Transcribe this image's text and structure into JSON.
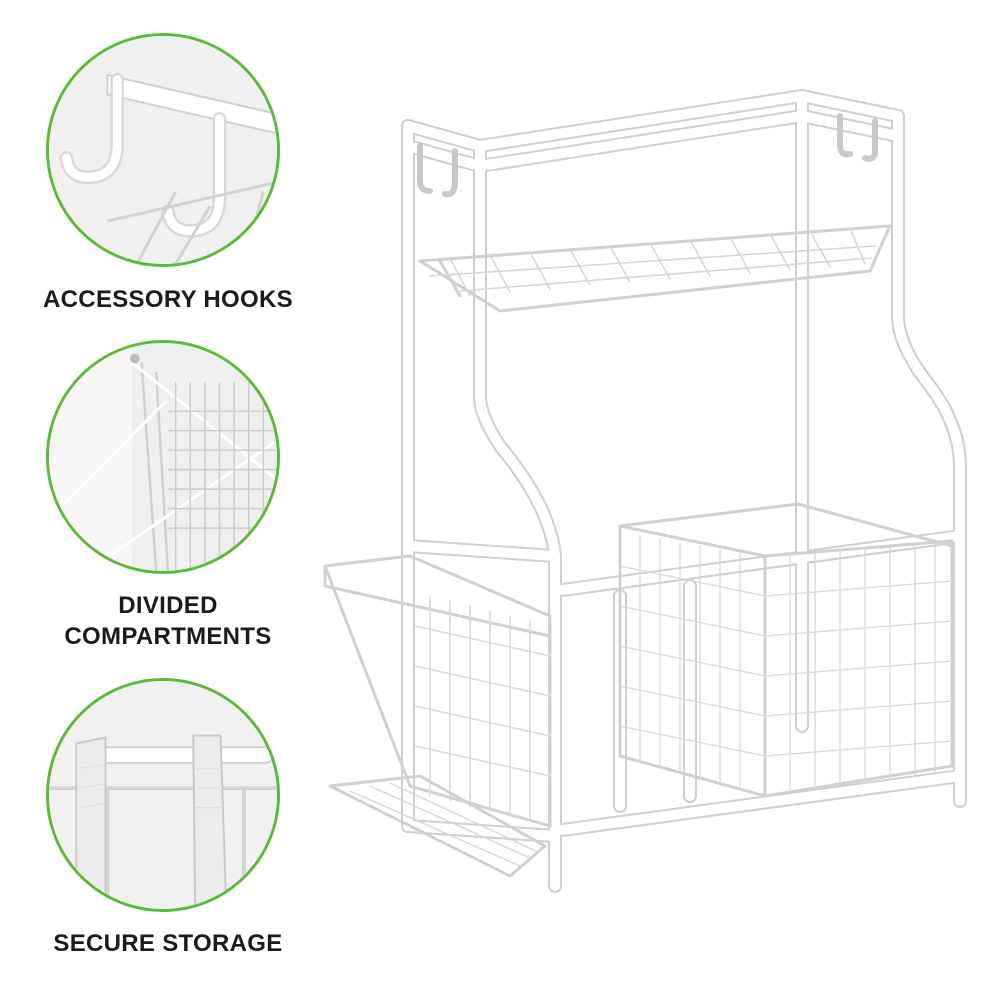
{
  "features": [
    {
      "icon": "hook-closeup-icon",
      "caption_lines": [
        "ACCESSORY HOOKS"
      ]
    },
    {
      "icon": "wire-grid-closeup-icon",
      "caption_lines": [
        "DIVIDED",
        "COMPARTMENTS"
      ]
    },
    {
      "icon": "strap-closeup-icon",
      "caption_lines": [
        "SECURE STORAGE"
      ]
    }
  ],
  "colors": {
    "ring": "#5cb93e",
    "caption": "#1b1b1b",
    "metal": "#ffffff",
    "metal_edge": "#cfcfcf",
    "circle_bg": "#f1f1f1"
  },
  "product": {
    "icon": "sports-equipment-rack-icon"
  }
}
